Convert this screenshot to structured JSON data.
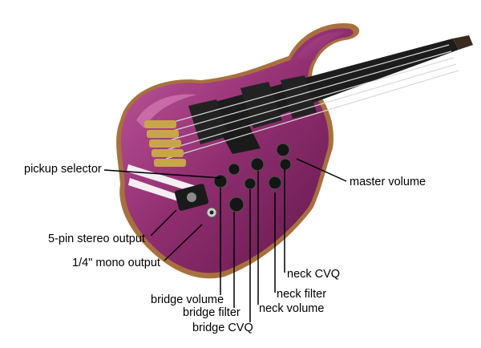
{
  "diagram": {
    "callouts": {
      "pickup_selector": "pickup selector",
      "master_volume": "master volume",
      "stereo_output": "5-pin stereo output",
      "mono_output": "1/4\" mono output",
      "neck_cvq": "neck CVQ",
      "neck_filter": "neck filter",
      "neck_volume": "neck volume",
      "bridge_volume": "bridge volume",
      "bridge_filter": "bridge filter",
      "bridge_cvq": "bridge CVQ"
    }
  },
  "colors": {
    "body": "#8e2d6e",
    "body_highlight": "#c45aa0",
    "wood_edge": "#b07a4a",
    "hardware_gold": "#c9a54a",
    "knob": "#1a1a1a",
    "fingerboard": "#1c1c1c"
  },
  "icons": [
    "bass-guitar-image",
    "knob-icon",
    "xlr-jack-icon",
    "quarter-inch-jack-icon"
  ]
}
